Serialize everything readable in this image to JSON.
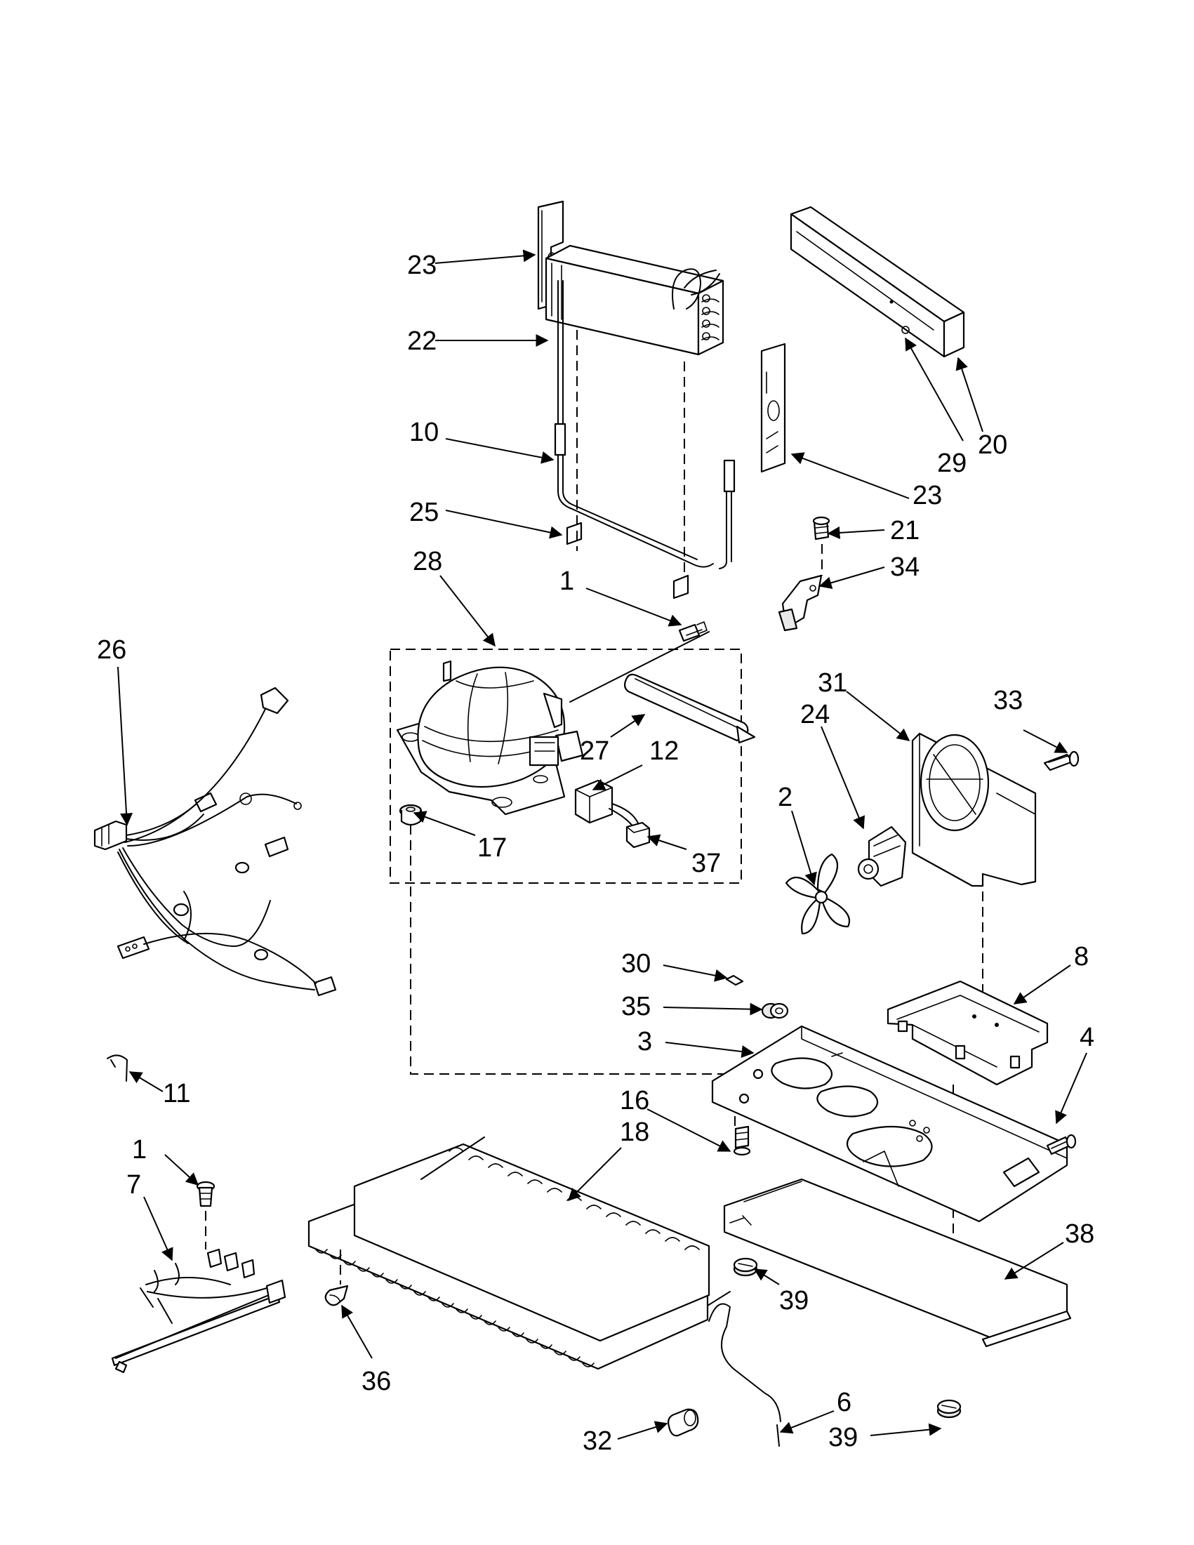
{
  "callouts": [
    {
      "id": "c23a",
      "label": "23"
    },
    {
      "id": "c22",
      "label": "22"
    },
    {
      "id": "c10",
      "label": "10"
    },
    {
      "id": "c25",
      "label": "25"
    },
    {
      "id": "c28",
      "label": "28"
    },
    {
      "id": "c1a",
      "label": "1"
    },
    {
      "id": "c20",
      "label": "20"
    },
    {
      "id": "c29",
      "label": "29"
    },
    {
      "id": "c23b",
      "label": "23"
    },
    {
      "id": "c21",
      "label": "21"
    },
    {
      "id": "c34",
      "label": "34"
    },
    {
      "id": "c26",
      "label": "26"
    },
    {
      "id": "c27",
      "label": "27"
    },
    {
      "id": "c12",
      "label": "12"
    },
    {
      "id": "c17",
      "label": "17"
    },
    {
      "id": "c37",
      "label": "37"
    },
    {
      "id": "c31",
      "label": "31"
    },
    {
      "id": "c24",
      "label": "24"
    },
    {
      "id": "c33",
      "label": "33"
    },
    {
      "id": "c2",
      "label": "2"
    },
    {
      "id": "c30",
      "label": "30"
    },
    {
      "id": "c35",
      "label": "35"
    },
    {
      "id": "c3",
      "label": "3"
    },
    {
      "id": "c8",
      "label": "8"
    },
    {
      "id": "c4",
      "label": "4"
    },
    {
      "id": "c11",
      "label": "11"
    },
    {
      "id": "c16",
      "label": "16"
    },
    {
      "id": "c18",
      "label": "18"
    },
    {
      "id": "c1b",
      "label": "1"
    },
    {
      "id": "c7",
      "label": "7"
    },
    {
      "id": "c38",
      "label": "38"
    },
    {
      "id": "c39a",
      "label": "39"
    },
    {
      "id": "c36",
      "label": "36"
    },
    {
      "id": "c32",
      "label": "32"
    },
    {
      "id": "c6",
      "label": "6"
    },
    {
      "id": "c39b",
      "label": "39"
    }
  ]
}
